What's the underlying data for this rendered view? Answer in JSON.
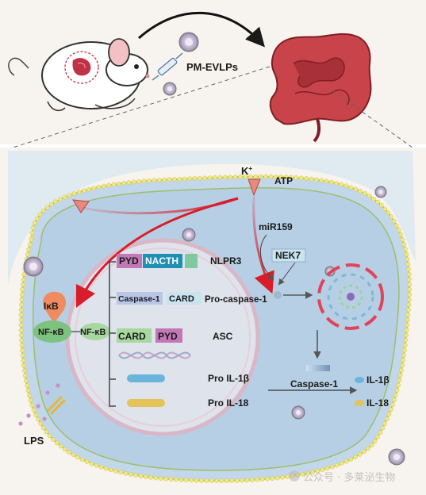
{
  "top": {
    "agent_label": "PM-EVLPs"
  },
  "cell": {
    "ion_label": "K",
    "ion_charge": "+",
    "atp_label": "ATP",
    "lps_label": "LPS",
    "ikb_label": "IκB",
    "nfkb_label": "NF-κB",
    "nfkb_nuclear_label": "NF-κB",
    "mir_label": "miR159",
    "nek7_label": "NEK7",
    "procaspase_label": "Pro-caspase-1",
    "caspase_label": "Caspase-1",
    "il1b_label": "IL-1β",
    "il18_label": "IL-18"
  },
  "genes": {
    "nlrp3": {
      "pyd": "PYD",
      "nacth": "NACTH",
      "name": "NLPR3"
    },
    "casp1": {
      "caspase": "Caspase-1",
      "card": "CARD"
    },
    "asc": {
      "card": "CARD",
      "pyd": "PYD",
      "name": "ASC"
    },
    "pro_il1b": "Pro IL-1β",
    "pro_il18": "Pro IL-18"
  },
  "watermark": "公众号 · 多莱泌生物",
  "colors": {
    "pyd": "#c277b7",
    "nacth": "#1f8fb3",
    "nacth_tail": "#7fc9a0",
    "caspase_box": "#b9c6e6",
    "card_box": "#c9e3ef",
    "asc_card": "#a8d8a0",
    "membrane_dot": "#f2e87a",
    "cytoplasm": "#b7cfe4",
    "nucleus": "#dfe3ec",
    "red_arrow": "#d81e2a"
  }
}
